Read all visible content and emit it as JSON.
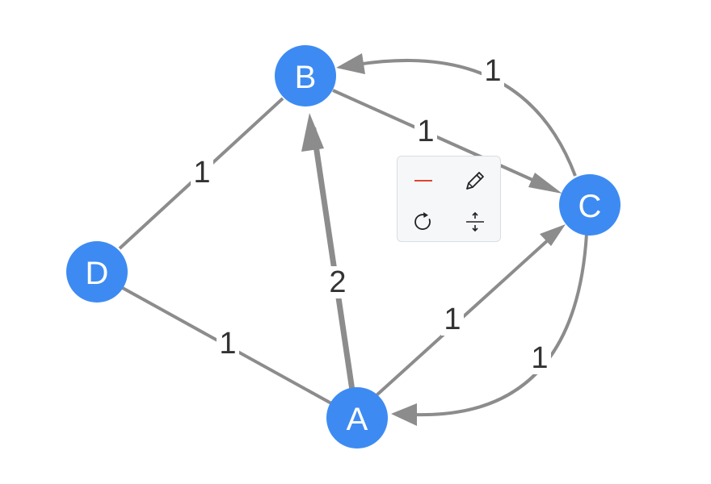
{
  "graph": {
    "nodes": [
      {
        "id": "A",
        "label": "A"
      },
      {
        "id": "B",
        "label": "B"
      },
      {
        "id": "C",
        "label": "C"
      },
      {
        "id": "D",
        "label": "D"
      }
    ],
    "edges": [
      {
        "from": "A",
        "to": "B",
        "weight": "2",
        "directed": true
      },
      {
        "from": "B",
        "to": "C",
        "weight": "1",
        "directed": true
      },
      {
        "from": "C",
        "to": "B",
        "weight": "1",
        "directed": true
      },
      {
        "from": "A",
        "to": "C",
        "weight": "1",
        "directed": true
      },
      {
        "from": "C",
        "to": "A",
        "weight": "1",
        "directed": true
      },
      {
        "from": "D",
        "to": "B",
        "weight": "1",
        "directed": false
      },
      {
        "from": "D",
        "to": "A",
        "weight": "1",
        "directed": false
      }
    ],
    "colors": {
      "node_fill": "#3d8bf2",
      "edge_stroke": "#8c8c8c",
      "label_text": "#333333",
      "delete_accent": "#e0442e"
    }
  },
  "toolbar": {
    "tools": [
      {
        "icon": "delete-line-icon"
      },
      {
        "icon": "pencil-icon"
      },
      {
        "icon": "rotate-icon"
      },
      {
        "icon": "flip-vertical-icon"
      }
    ]
  }
}
